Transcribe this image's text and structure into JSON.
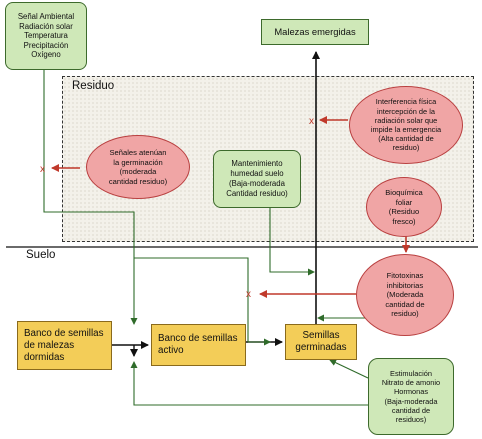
{
  "residue": {
    "label": "Residuo"
  },
  "soil": {
    "label": "Suelo"
  },
  "nodes": {
    "env": "Señal Ambiental\nRadiación solar\nTemperatura\nPrecipitación\nOxígeno",
    "emerged": "Malezas emergidas",
    "mantenimiento": "Mantenimiento\nhumedad suelo\n(Baja-moderada\nCantidad residuo)",
    "senales": "Señales atenúan\nla germinación\n(moderada\ncantidad residuo)",
    "interferencia": "Interferencia física\nintercepción de la\nradiación solar que\nimpide la emergencia\n(Alta cantidad de\nresiduo)",
    "bioquimica": "Bioquímica\nfoliar\n(Residuo\nfresco)",
    "fitotoxinas": "Fitotoxinas\ninhibitorias\n(Moderada\ncantidad de\nresiduo)",
    "estimulacion": "Estimulación\nNitrato de amonio\nHormonas\n(Baja-moderada\ncantidad de\nresiduos)",
    "banco_dormidas": "Banco de semillas\nde malezas\ndormidas",
    "banco_activo": "Banco de semillas\nactivo",
    "germinadas": "Semillas\ngerminadas"
  },
  "colors": {
    "green_fill": "#cfe8b8",
    "yellow_fill": "#f3cd58",
    "red_fill": "#f0a5a5",
    "red_line": "#c0392b",
    "green_line": "#2f6b2a",
    "dark_line": "#111111"
  }
}
